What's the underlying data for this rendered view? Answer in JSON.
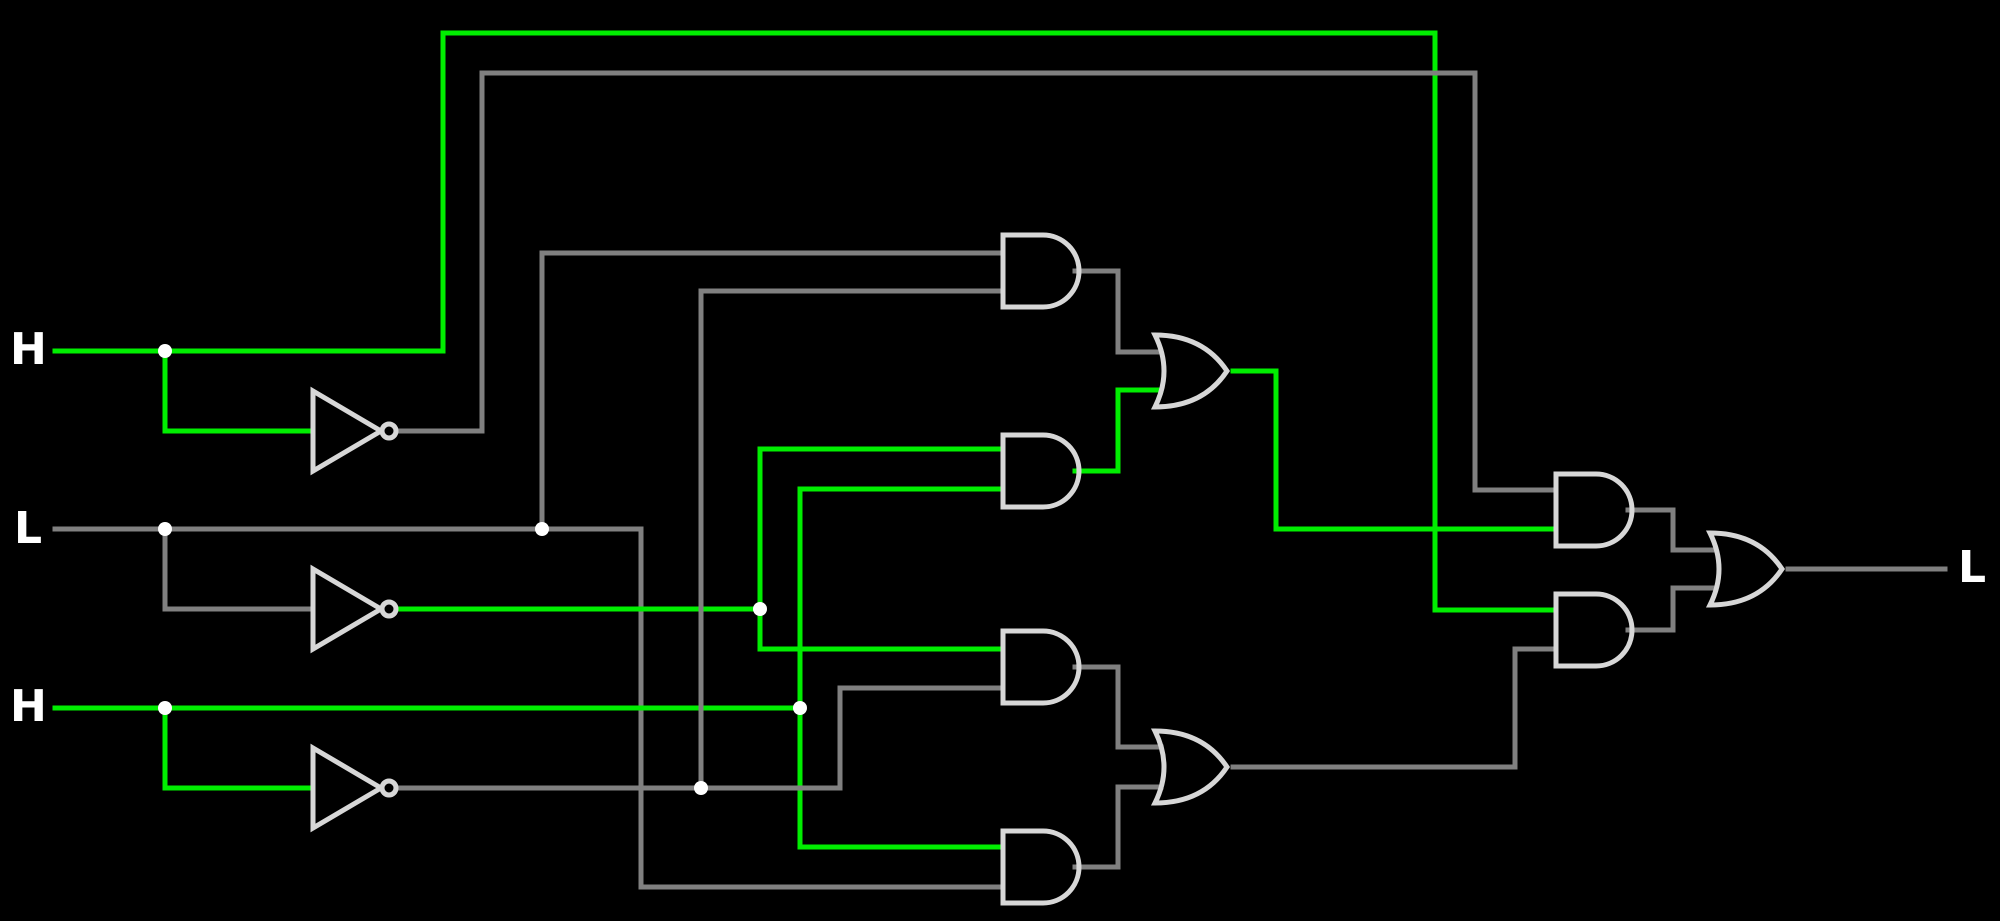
{
  "colors": {
    "background": "#000000",
    "wire_high": "#00ee00",
    "wire_low": "#808080",
    "gate_outline": "#d7d7d7",
    "label": "#ffffff",
    "junction": "#ffffff"
  },
  "inputs": [
    {
      "label": "H",
      "state": "high"
    },
    {
      "label": "L",
      "state": "low"
    },
    {
      "label": "H",
      "state": "high"
    }
  ],
  "outputs": [
    {
      "label": "L",
      "state": "low"
    }
  ],
  "gates": {
    "not": 3,
    "and": 6,
    "or": 3
  }
}
